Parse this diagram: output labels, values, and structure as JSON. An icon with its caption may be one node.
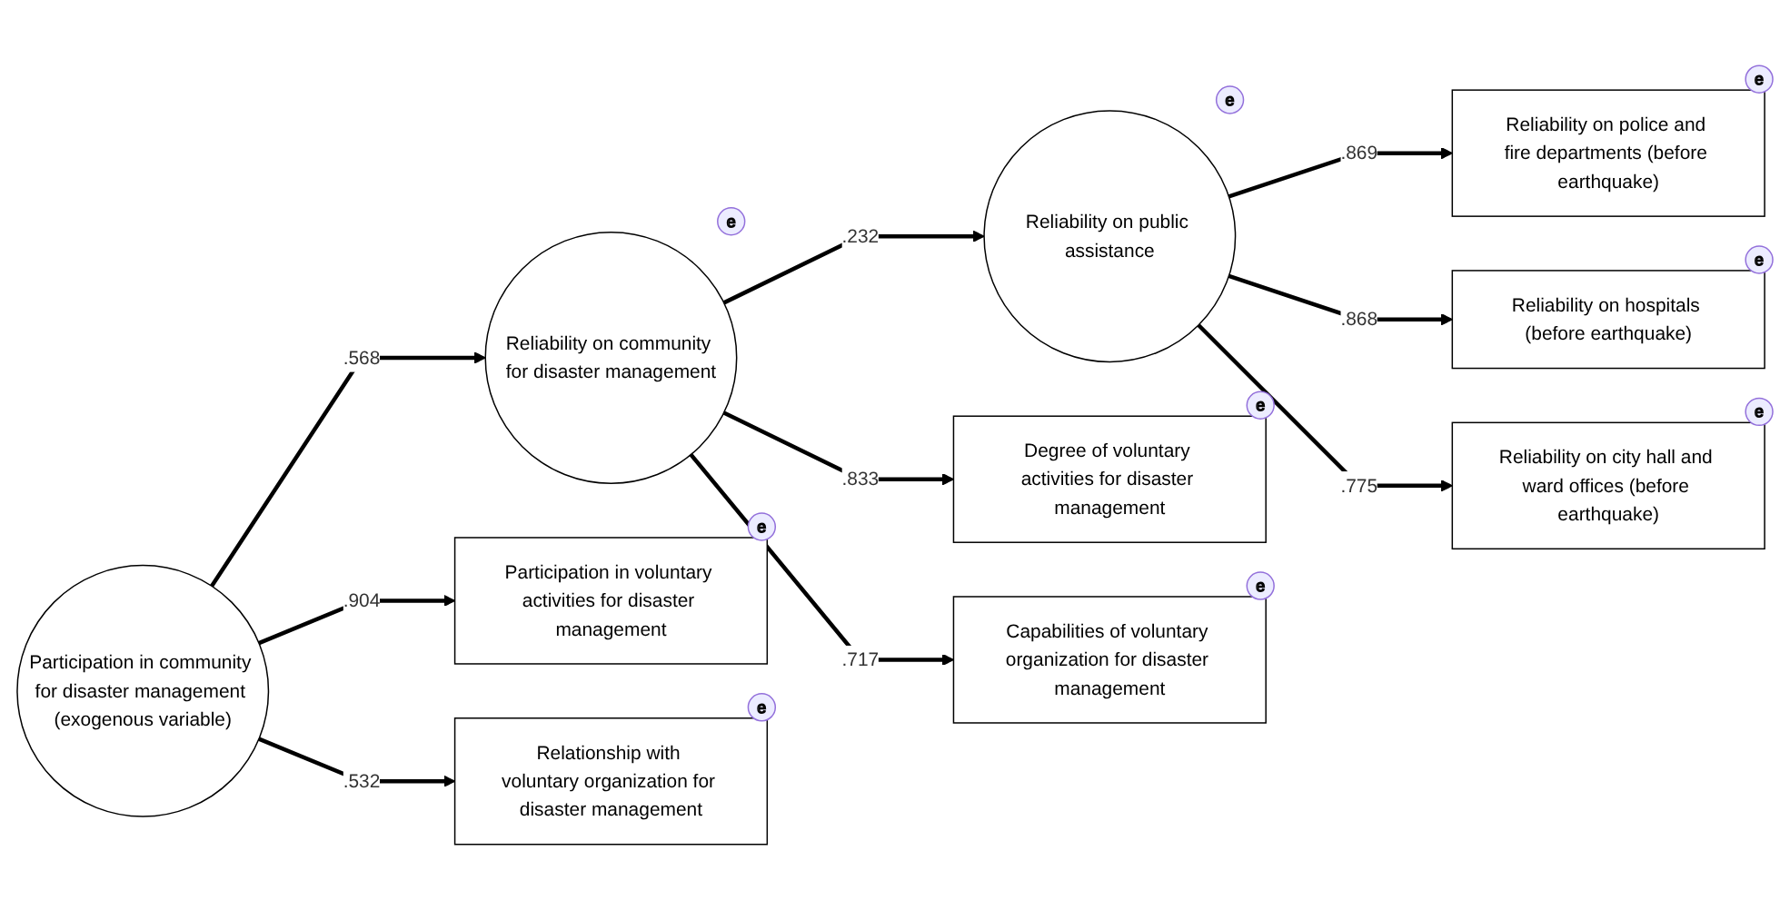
{
  "diagram": {
    "nodes": [
      {
        "text": [
          "Reliability on hospitals (before earthquake)"
        ],
        "beside": [
          "e"
        ]
      },
      {
        "text": [
          "Reliability on police and fire departments (before earthquake)"
        ],
        "beside": [
          "e"
        ]
      },
      {
        "text": [
          "Reliability on city hall and ward offices (before earthquake)"
        ],
        "beside": [
          "e"
        ]
      },
      {
        "text": [
          "Reliability on public assistance"
        ],
        "beside": [
          "e"
        ]
      },
      {
        "text": [
          "Reliability on community for disaster management"
        ],
        "beside": [
          "e"
        ]
      },
      {
        "text": [
          "Participation in community for disaster management (exogenous variable)"
        ]
      },
      {
        "text": [
          "Degree of voluntary activities for disaster management"
        ],
        "beside": [
          "e"
        ]
      },
      {
        "text": [
          "Capabilities of voluntary organization for disaster management"
        ],
        "beside": [
          "e"
        ]
      },
      {
        "text": [
          "Participation in voluntary activities for disaster management"
        ],
        "beside": [
          "e"
        ]
      },
      {
        "text": [
          "Relationship with voluntary organization for disaster management"
        ],
        "beside": [
          "e"
        ]
      }
    ],
    "edges": [
      {
        "from": 3,
        "to": 1,
        "arrow": "to",
        "label": ".869"
      },
      {
        "from": 3,
        "to": 0,
        "arrow": "to",
        "label": ".868"
      },
      {
        "from": 3,
        "to": 2,
        "arrow": "to",
        "label": ".775"
      },
      {
        "from": 4,
        "to": 3,
        "arrow": "to",
        "label": ".232"
      },
      {
        "from": 5,
        "to": 4,
        "arrow": "to",
        "label": ".568"
      },
      {
        "from": 4,
        "to": 6,
        "arrow": "to",
        "label": ".833"
      },
      {
        "from": 4,
        "to": 7,
        "arrow": "to",
        "label": ".717"
      },
      {
        "from": 5,
        "to": 8,
        "arrow": "to",
        "label": ".904"
      },
      {
        "from": 5,
        "to": 9,
        "arrow": "to",
        "label": ".532"
      }
    ]
  }
}
